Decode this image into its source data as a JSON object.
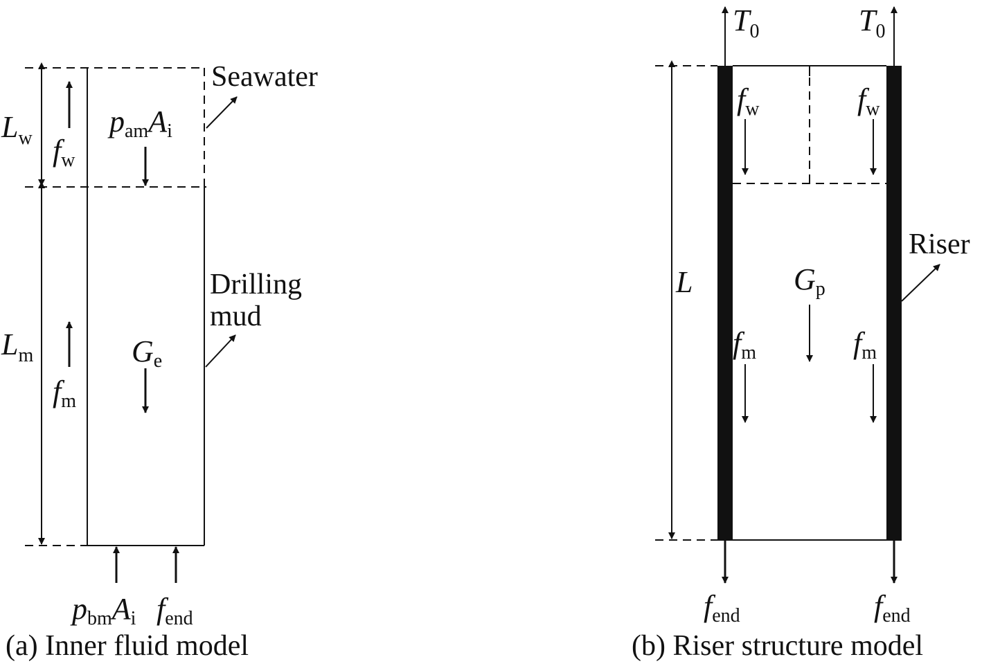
{
  "panel_a": {
    "caption": "(a) Inner fluid model",
    "seawater_label": "Seawater",
    "mud_label_line1": "Drilling",
    "mud_label_line2": "mud",
    "Lw": {
      "main": "L",
      "sub": "w"
    },
    "Lm": {
      "main": "L",
      "sub": "m"
    },
    "fw": {
      "main": "f",
      "sub": "w"
    },
    "fm": {
      "main": "f",
      "sub": "m"
    },
    "pamAi": {
      "main1": "p",
      "sub1": "am",
      "main2": "A",
      "sub2": "i"
    },
    "Ge": {
      "main": "G",
      "sub": "e"
    },
    "pbmAi": {
      "main1": "p",
      "sub1": "bm",
      "main2": "A",
      "sub2": "i"
    },
    "fend": {
      "main": "f",
      "sub": "end"
    }
  },
  "panel_b": {
    "caption": "(b) Riser structure model",
    "riser_label": "Riser",
    "L": "L",
    "T0": {
      "main": "T",
      "sub": "0"
    },
    "fw": {
      "main": "f",
      "sub": "w"
    },
    "fm": {
      "main": "f",
      "sub": "m"
    },
    "Gp": {
      "main": "G",
      "sub": "p"
    },
    "fend": {
      "main": "f",
      "sub": "end"
    }
  }
}
